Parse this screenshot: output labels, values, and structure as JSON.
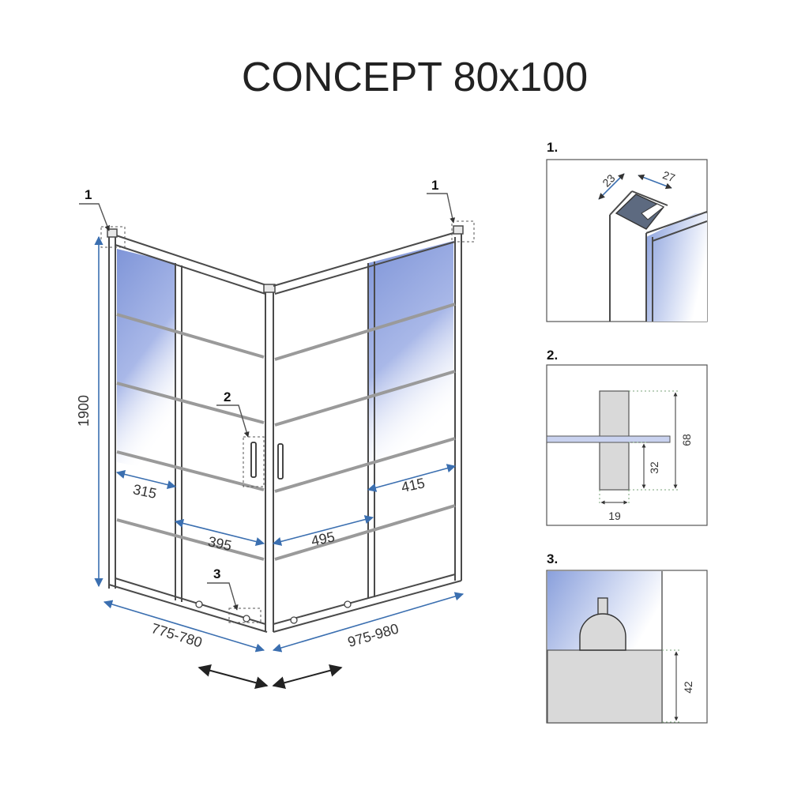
{
  "title": "CONCEPT 80x100",
  "main_drawing": {
    "callout_top_left": "1",
    "callout_top_right": "1",
    "callout_handle": "2",
    "callout_bottom": "3",
    "height_label": "1900",
    "left_width_label": "775-780",
    "right_width_label": "975-980",
    "left_fixed_label": "315",
    "left_door_label": "395",
    "right_door_label": "495",
    "right_fixed_label": "415"
  },
  "details": [
    {
      "number": "1.",
      "dim_a": "23",
      "dim_b": "27"
    },
    {
      "number": "2.",
      "dim_height": "68",
      "dim_lower": "32",
      "dim_width": "19"
    },
    {
      "number": "3.",
      "dim_height": "42"
    }
  ],
  "colors": {
    "glass_tint": "#7f95d8",
    "dimension_line": "#3b6fb0",
    "frame": "#4a4a4a"
  }
}
